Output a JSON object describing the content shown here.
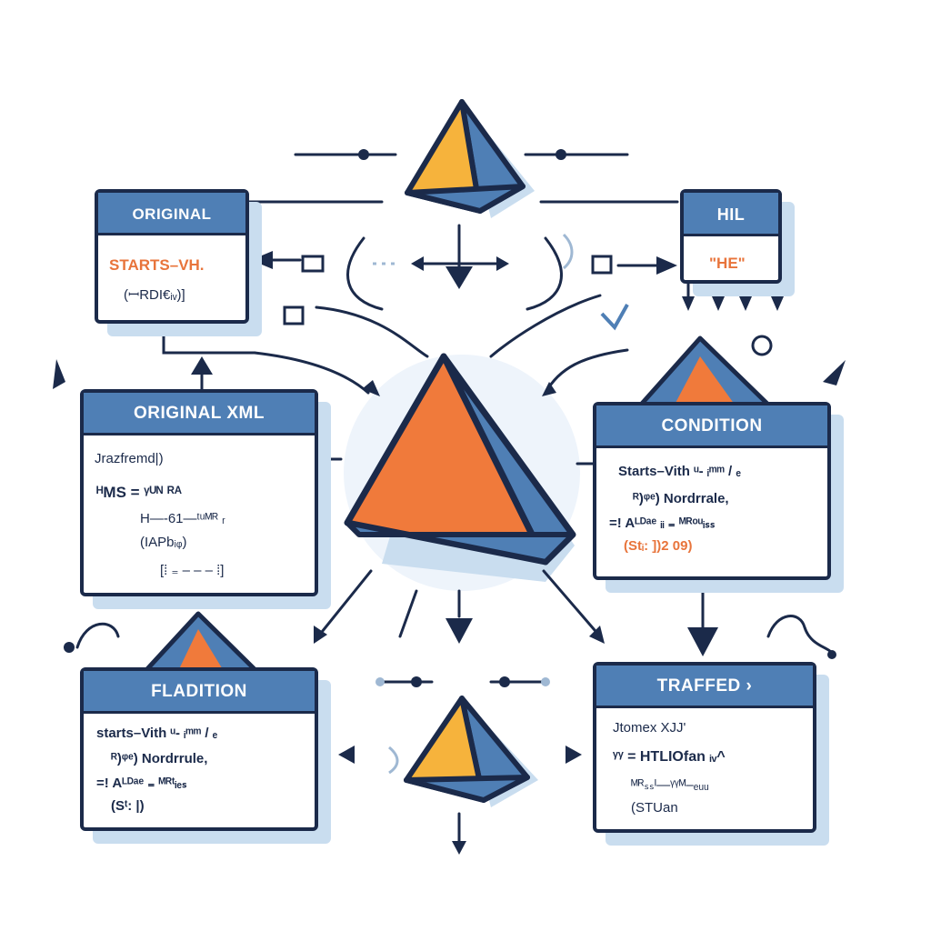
{
  "colors": {
    "navy": "#1b2a4a",
    "blue": "#4f7fb5",
    "light_blue": "#c9ddef",
    "orange": "#f07a3b",
    "yellow": "#f6b33c"
  },
  "cards": {
    "original": {
      "header": "ORIGINAL",
      "lines": [
        "STARTS–VH.",
        "(ꟷRDI€ᵢᵥ)]"
      ]
    },
    "hil": {
      "header": "HIL",
      "lines": [
        "\"HE\""
      ]
    },
    "original_xml": {
      "header": "ORIGINAL XML",
      "lines": [
        "Jrazfremd|)",
        "ᴴMS = ᵞᵁᴺ ᴿᴬ",
        "H—‑61—ᵗᵘᴹᴿ ᵣ",
        "(ΙΑΡbᵢᵩ)",
        "[⁞ ₌ ‒ ‒ ‒ ⁞]"
      ]
    },
    "condition": {
      "header": "CONDITION",
      "lines": [
        "Starts–Vith ᵘ‑ ᵢᵐᵐ / ₑ",
        "ᴿ)ᵠᵉ)  Nordrrale,",
        "=! Aᴸᴰᵃᵉ ᵢᵢ ₌ ᴹᴿᵒᵘᵢₛₛ",
        "(Stᵢ: ])2 09)"
      ]
    },
    "fladition": {
      "header": "FLADITION",
      "lines": [
        "starts–Vith ᵘ‑ ᵢᵐᵐ / ₑ",
        "ᴿ)ᵠᵉ)  Nordrrule,",
        "=! Aᴸᴰᵃᵉ ₌ ᴹᴿᵗᵢₑₛ",
        "(Sᵗ: |)"
      ]
    },
    "traffed": {
      "header": "TRAFFED ›",
      "lines": [
        "Jtomex XJJ'",
        "ᵞᵞ = HTLIOfan ᵢᵥ^",
        "ᴹᴿₛₛᴵ—ᵞᵞᴹ–ₑᵤᵤ",
        "(STUan"
      ]
    }
  }
}
